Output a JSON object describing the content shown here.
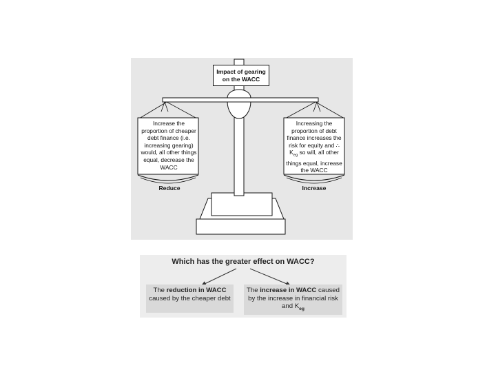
{
  "scale": {
    "title": "Impact of gearing on the WACC",
    "left_text_parts": [
      "Increase the proportion of cheaper debt finance (i.e. increasing gearing) would, all other things equal, decrease the WACC"
    ],
    "right_text_pre": "Increasing the proportion of debt finance increases the risk for equity and ∴ K",
    "right_text_sub": "eg",
    "right_text_post": " so will, all other things equal, increase the WACC",
    "left_label": "Reduce",
    "right_label": "Increase"
  },
  "question": {
    "title": "Which has the greater effect on WACC?",
    "left_pre": "The ",
    "left_bold": "reduction in WACC",
    "left_post": " caused by the cheaper debt",
    "right_pre": "The ",
    "right_bold": "increase in WACC",
    "right_post": " caused by the increase in financial risk and K",
    "right_sub": "eg"
  },
  "colors": {
    "panel_bg": "#e7e7e7",
    "question_bg": "#ededed",
    "answer_bg": "#d9d9d9",
    "line": "#111111"
  }
}
